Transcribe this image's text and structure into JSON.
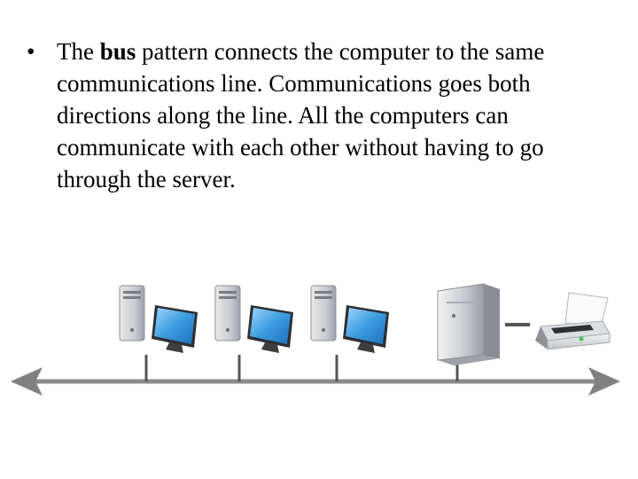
{
  "bullet": {
    "marker": "•",
    "pre": "The ",
    "keyword": "bus",
    "post": " pattern connects the computer to the same communications line. Communications goes both directions along the line. All the computers can communicate with each other without having to go through the server."
  },
  "diagram": {
    "workstation_count": 3,
    "colors": {
      "line": "#8a8a8a",
      "arrowhead": "#808080",
      "connector": "#555555",
      "screen": "#4fa8e8",
      "tower": "#c9ccd0",
      "server": "#b9bcc1"
    }
  }
}
